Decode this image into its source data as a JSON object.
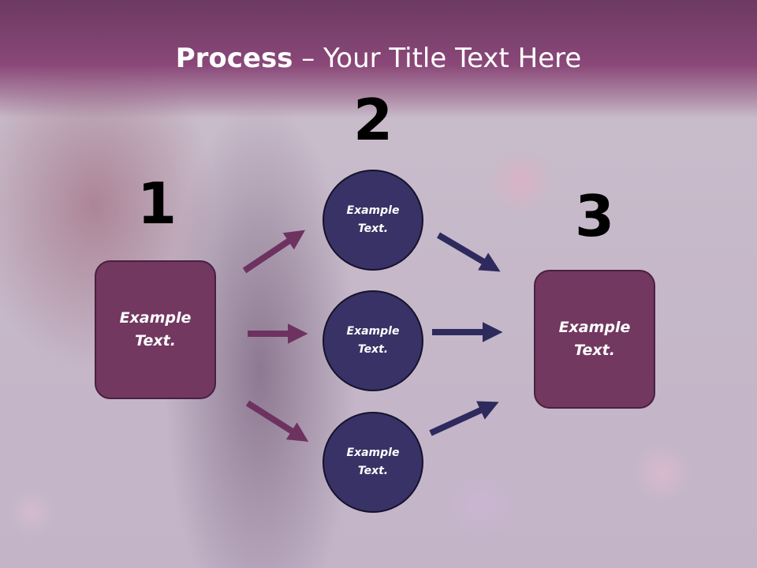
{
  "title": {
    "bold": "Process",
    "rest": " – Your Title Text Here"
  },
  "steps": {
    "one": "1",
    "two": "2",
    "three": "3"
  },
  "left_box": {
    "text": "Example\nText."
  },
  "circles": [
    {
      "text": "Example\nText."
    },
    {
      "text": "Example\nText."
    },
    {
      "text": "Example\nText."
    }
  ],
  "right_box": {
    "text": "Example\nText."
  },
  "colors": {
    "header": "#8a4878",
    "box": "#723860",
    "circle": "#393266",
    "arrow_left": "#6e3260",
    "arrow_right": "#2e2a5e"
  }
}
